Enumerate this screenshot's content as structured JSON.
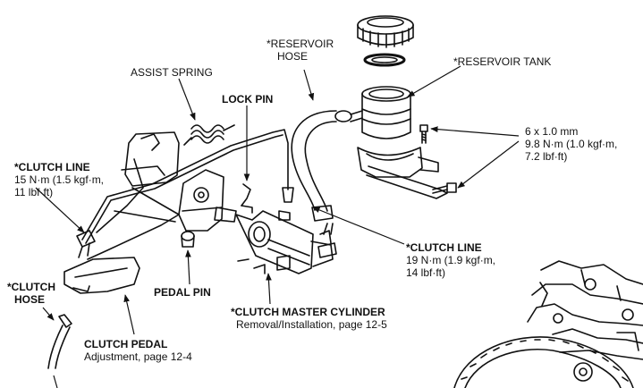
{
  "labels": {
    "reservoir_hose": [
      "*RESERVOIR",
      "HOSE"
    ],
    "reservoir_tank": "*RESERVOIR TANK",
    "assist_spring": "ASSIST SPRING",
    "lock_pin": "LOCK PIN",
    "bolt_spec": [
      "6 x 1.0 mm",
      "9.8 N·m (1.0 kgf·m,",
      "7.2 lbf·ft)"
    ],
    "clutch_line_upper": [
      "*CLUTCH LINE",
      "15 N·m (1.5 kgf·m,",
      "11 lbf·ft)"
    ],
    "clutch_line_lower": [
      "*CLUTCH LINE",
      "19 N·m (1.9 kgf·m,",
      "14 lbf·ft)"
    ],
    "clutch_hose": [
      "*CLUTCH",
      "HOSE"
    ],
    "pedal_pin": "PEDAL PIN",
    "clutch_master_cylinder": [
      "*CLUTCH MASTER CYLINDER",
      "Removal/Installation, page 12-5"
    ],
    "clutch_pedal": [
      "CLUTCH PEDAL",
      "Adjustment, page 12-4"
    ]
  },
  "colors": {
    "ink": "#111111",
    "paper": "#ffffff"
  }
}
